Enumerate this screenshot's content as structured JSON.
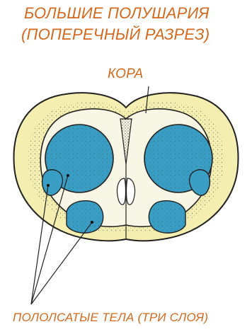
{
  "title": {
    "line1": "БОЛЬШИЕ ПОЛУШАРИЯ",
    "line2": "(ПОПЕРЕЧНЫЙ  РАЗРЕЗ)"
  },
  "labels": {
    "cortex": "КОРА",
    "striatum": "ПОЛОЛСАТЫЕ ТЕЛА (ТРИ СЛОЯ)"
  },
  "colors": {
    "text": "#d4691d",
    "cortex_fill": "#f4efb0",
    "inner_fill": "#f8f6e4",
    "striatum_fill": "#3a9dc4",
    "outline": "#222222"
  }
}
